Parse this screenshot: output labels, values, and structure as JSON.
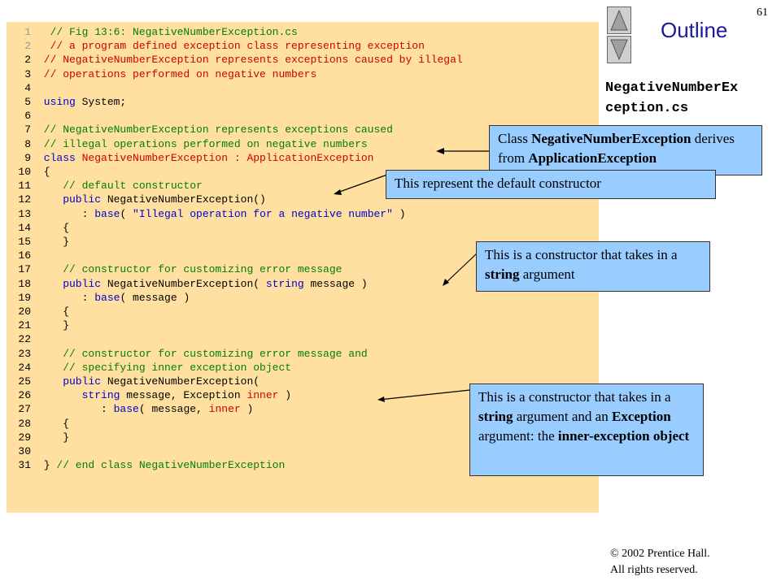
{
  "page_number": "61",
  "outline_title": "Outline",
  "file_name": [
    "NegativeNumberEx",
    "ception.cs"
  ],
  "nav": {
    "up_label": "Previous",
    "down_label": "Next"
  },
  "code_lines": [
    {
      "n": "1",
      "tokens": [
        {
          "t": "  // Fig 13:6: NegativeNumberException.cs",
          "c": "c"
        }
      ]
    },
    {
      "n": "2",
      "tokens": [
        {
          "t": "  // a program defined exception class representing exception",
          "c": "cr"
        }
      ]
    },
    {
      "n": "2",
      "tokens": [
        {
          "t": " // NegativeNumberException represents exceptions caused by illegal",
          "c": "cr"
        }
      ]
    },
    {
      "n": "3",
      "tokens": [
        {
          "t": " // operations performed on negative numbers",
          "c": "cr"
        }
      ]
    },
    {
      "n": "4",
      "tokens": []
    },
    {
      "n": "5",
      "tokens": [
        {
          "t": " using ",
          "c": "k"
        },
        {
          "t": "System;",
          "c": "p"
        }
      ]
    },
    {
      "n": "6",
      "tokens": []
    },
    {
      "n": "7",
      "tokens": [
        {
          "t": " // NegativeNumberException represents exceptions caused",
          "c": "c"
        }
      ]
    },
    {
      "n": "8",
      "tokens": [
        {
          "t": " // illegal operations performed on negative numbers",
          "c": "c"
        }
      ]
    },
    {
      "n": "9",
      "tokens": [
        {
          "t": " class ",
          "c": "k"
        },
        {
          "t": "NegativeNumberException : ApplicationException",
          "c": "cr"
        }
      ]
    },
    {
      "n": "10",
      "tokens": [
        {
          "t": " {",
          "c": "p"
        }
      ]
    },
    {
      "n": "11",
      "tokens": [
        {
          "t": "    // default constructor",
          "c": "c"
        }
      ]
    },
    {
      "n": "12",
      "tokens": [
        {
          "t": "    public ",
          "c": "k"
        },
        {
          "t": "NegativeNumberException()",
          "c": "p"
        }
      ]
    },
    {
      "n": "13",
      "tokens": [
        {
          "t": "       : ",
          "c": "p"
        },
        {
          "t": "base",
          "c": "k"
        },
        {
          "t": "( ",
          "c": "p"
        },
        {
          "t": "\"Illegal operation for a negative number\"",
          "c": "s"
        },
        {
          "t": " )",
          "c": "p"
        }
      ]
    },
    {
      "n": "14",
      "tokens": [
        {
          "t": "    {",
          "c": "p"
        }
      ]
    },
    {
      "n": "15",
      "tokens": [
        {
          "t": "    }",
          "c": "p"
        }
      ]
    },
    {
      "n": "16",
      "tokens": []
    },
    {
      "n": "17",
      "tokens": [
        {
          "t": "    // constructor for customizing error message",
          "c": "c"
        }
      ]
    },
    {
      "n": "18",
      "tokens": [
        {
          "t": "    public ",
          "c": "k"
        },
        {
          "t": "NegativeNumberException( ",
          "c": "p"
        },
        {
          "t": "string ",
          "c": "k"
        },
        {
          "t": "message )",
          "c": "p"
        }
      ]
    },
    {
      "n": "19",
      "tokens": [
        {
          "t": "       : ",
          "c": "p"
        },
        {
          "t": "base",
          "c": "k"
        },
        {
          "t": "( message )",
          "c": "p"
        }
      ]
    },
    {
      "n": "20",
      "tokens": [
        {
          "t": "    {",
          "c": "p"
        }
      ]
    },
    {
      "n": "21",
      "tokens": [
        {
          "t": "    }",
          "c": "p"
        }
      ]
    },
    {
      "n": "22",
      "tokens": []
    },
    {
      "n": "23",
      "tokens": [
        {
          "t": "    // constructor for customizing error message and",
          "c": "c"
        }
      ]
    },
    {
      "n": "24",
      "tokens": [
        {
          "t": "    // specifying inner exception object",
          "c": "c"
        }
      ]
    },
    {
      "n": "25",
      "tokens": [
        {
          "t": "    public ",
          "c": "k"
        },
        {
          "t": "NegativeNumberException(",
          "c": "p"
        }
      ]
    },
    {
      "n": "26",
      "tokens": [
        {
          "t": "       string ",
          "c": "k"
        },
        {
          "t": "message, Exception ",
          "c": "p"
        },
        {
          "t": "inner",
          "c": "cr"
        },
        {
          "t": " )",
          "c": "p"
        }
      ]
    },
    {
      "n": "27",
      "tokens": [
        {
          "t": "          : ",
          "c": "p"
        },
        {
          "t": "base",
          "c": "k"
        },
        {
          "t": "( message, ",
          "c": "p"
        },
        {
          "t": "inner",
          "c": "cr"
        },
        {
          "t": " )",
          "c": "p"
        }
      ]
    },
    {
      "n": "28",
      "tokens": [
        {
          "t": "    {",
          "c": "p"
        }
      ]
    },
    {
      "n": "29",
      "tokens": [
        {
          "t": "    }",
          "c": "p"
        }
      ]
    },
    {
      "n": "30",
      "tokens": []
    },
    {
      "n": "31",
      "tokens": [
        {
          "t": " } ",
          "c": "p"
        },
        {
          "t": "// end class NegativeNumberException",
          "c": "c"
        }
      ]
    }
  ],
  "callouts": [
    {
      "id": "class",
      "parts": [
        {
          "t": "Class "
        },
        {
          "t": "NegativeNumberException",
          "b": true
        },
        {
          "t": " derives from "
        },
        {
          "t": "ApplicationException",
          "b": true
        }
      ]
    },
    {
      "id": "default",
      "parts": [
        {
          "t": "This represent the default constructor"
        }
      ]
    },
    {
      "id": "string",
      "parts": [
        {
          "t": "This is a constructor that takes in a "
        },
        {
          "t": "string",
          "b": true
        },
        {
          "t": " argument"
        }
      ]
    },
    {
      "id": "inner",
      "parts": [
        {
          "t": "This is a constructor that takes in a "
        },
        {
          "t": "string",
          "b": true
        },
        {
          "t": " argument and an "
        },
        {
          "t": "Exception",
          "b": true
        },
        {
          "t": " argument: the "
        },
        {
          "t": "inner-exception object",
          "b": true
        }
      ]
    }
  ],
  "copyright": [
    "© 2002 Prentice Hall.",
    "All rights reserved."
  ]
}
